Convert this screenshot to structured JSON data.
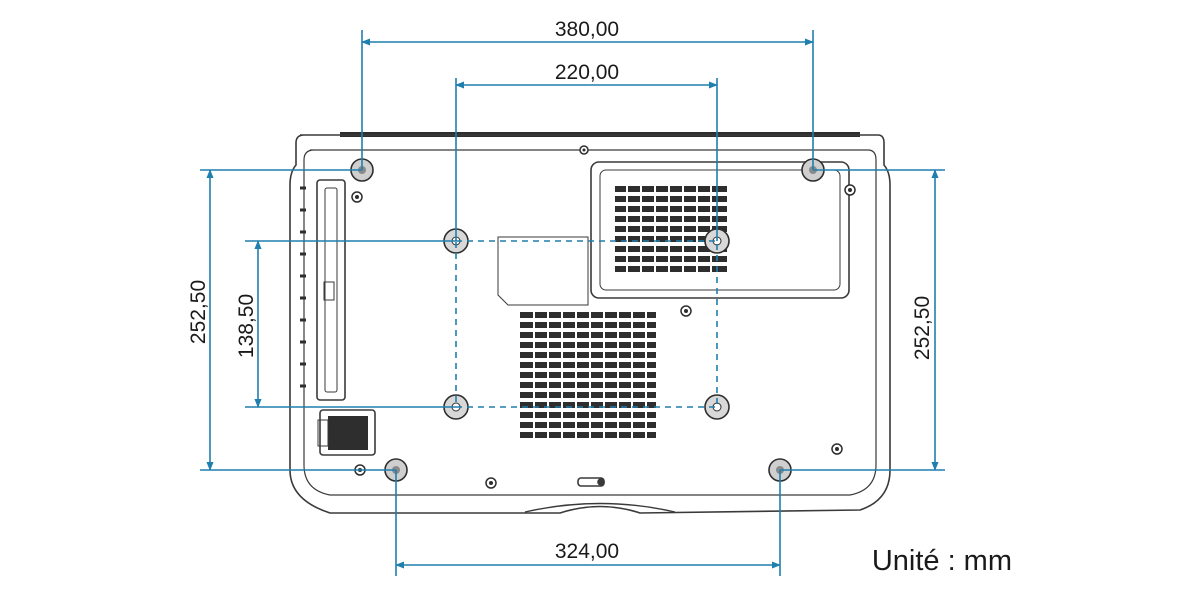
{
  "dimensions": {
    "top_outer": "380,00",
    "top_inner": "220,00",
    "bottom": "324,00",
    "left_outer": "252,50",
    "left_inner": "138,50",
    "right": "252,50"
  },
  "unit_label": "Unité : mm",
  "colors": {
    "dimension_line": "#1f7fae",
    "outline": "#3a3a3a",
    "text": "#1a1a1a"
  }
}
